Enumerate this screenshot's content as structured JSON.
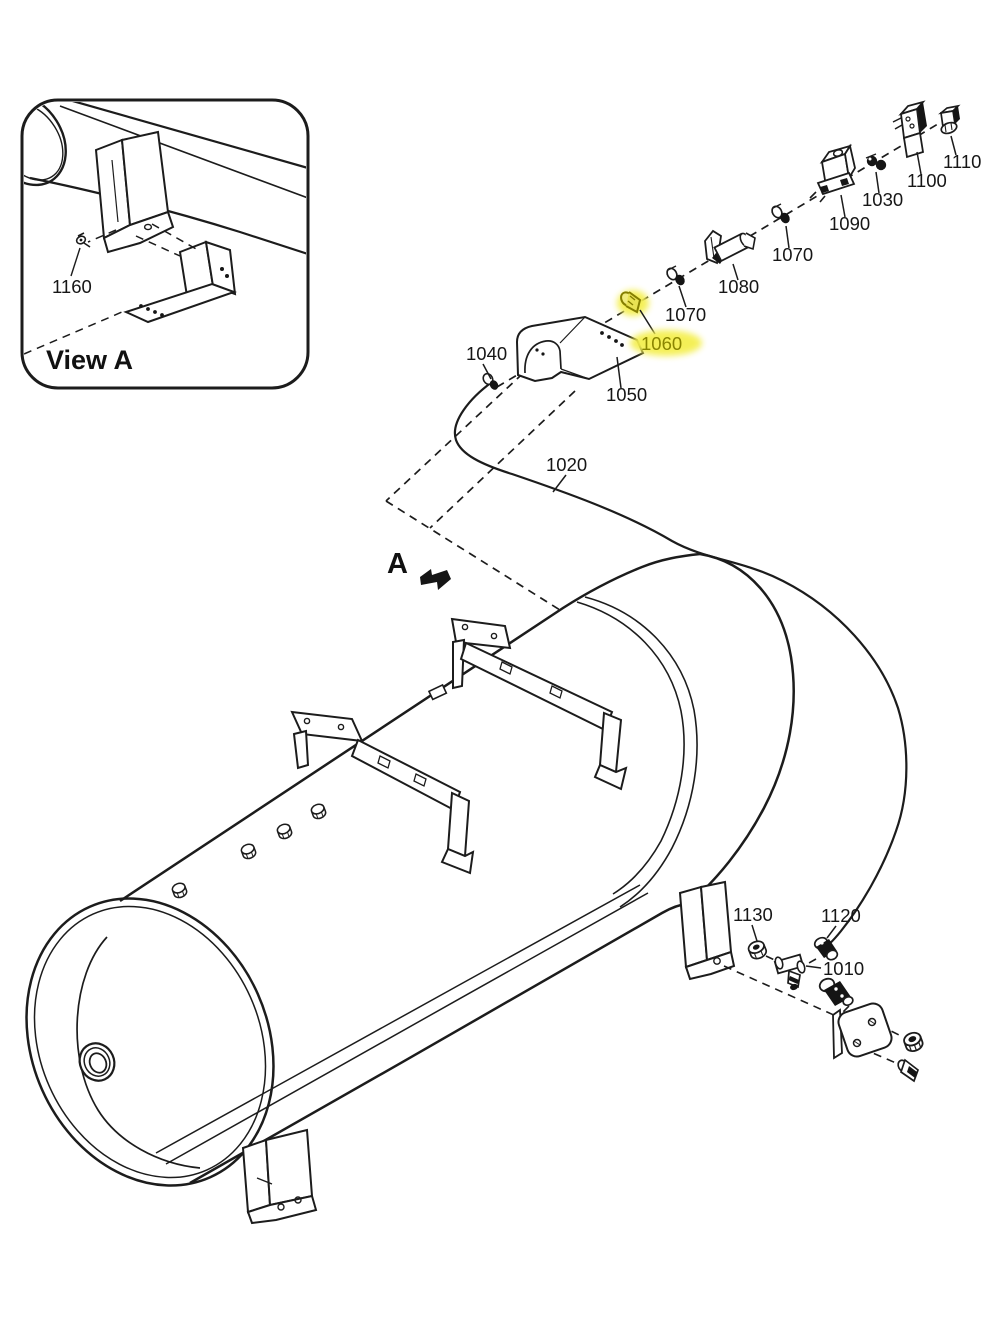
{
  "diagram": {
    "type": "exploded-parts-diagram",
    "subject": "air reservoir tank assembly",
    "background_color": "#ffffff",
    "line_color": "#1c1c1c",
    "highlight": {
      "selected_part": "1060",
      "glow_color": "#f4ef4f",
      "text_color": "#8a8500"
    },
    "inset": {
      "title": "View A"
    },
    "view_arrow_label": "A",
    "callouts": [
      {
        "text": "1160",
        "highlighted": false
      },
      {
        "text": "1040",
        "highlighted": false
      },
      {
        "text": "1050",
        "highlighted": false
      },
      {
        "text": "1060",
        "highlighted": true
      },
      {
        "text": "1070",
        "highlighted": false
      },
      {
        "text": "1080",
        "highlighted": false
      },
      {
        "text": "1070",
        "highlighted": false
      },
      {
        "text": "1090",
        "highlighted": false
      },
      {
        "text": "1030",
        "highlighted": false
      },
      {
        "text": "1100",
        "highlighted": false
      },
      {
        "text": "1110",
        "highlighted": false
      },
      {
        "text": "1020",
        "highlighted": false
      },
      {
        "text": "1130",
        "highlighted": false
      },
      {
        "text": "1120",
        "highlighted": false
      },
      {
        "text": "1010",
        "highlighted": false
      }
    ]
  }
}
